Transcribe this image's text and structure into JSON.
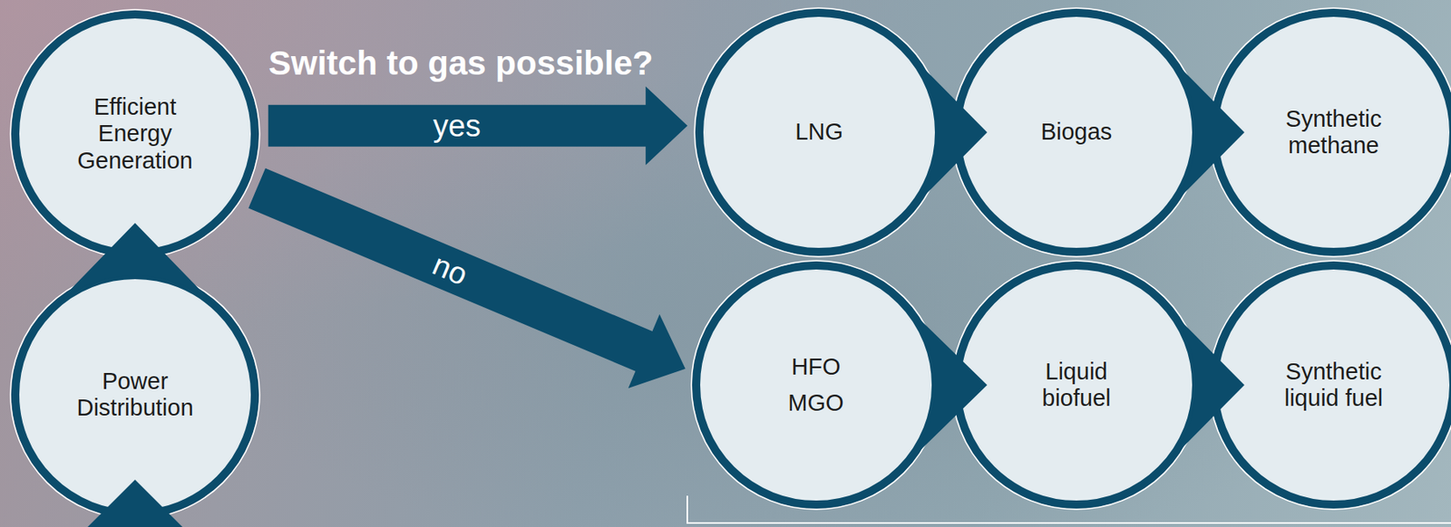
{
  "diagram": {
    "nodes": [
      {
        "text": [
          "Efficient Energy Generation"
        ]
      },
      {
        "text": [
          "Power Distribution"
        ]
      },
      {
        "text": [
          "LNG"
        ]
      },
      {
        "text": [
          "Biogas"
        ]
      },
      {
        "text": [
          "Synthetic methane"
        ]
      },
      {
        "text": [
          "HFO",
          "MGO"
        ]
      },
      {
        "text": [
          "Liquid biofuel"
        ]
      },
      {
        "text": [
          "Synthetic liquid fuel"
        ]
      }
    ],
    "edges": [
      {
        "from": 1,
        "to": 0,
        "arrow": "to"
      },
      {
        "from": 0,
        "to": 2,
        "label": "yes",
        "arrow": "to"
      },
      {
        "from": 0,
        "to": 5,
        "label": "no",
        "arrow": "to"
      },
      {
        "from": 2,
        "to": 3,
        "arrow": "to"
      },
      {
        "from": 3,
        "to": 4,
        "arrow": "to"
      },
      {
        "from": 5,
        "to": 6,
        "arrow": "to"
      },
      {
        "from": 6,
        "to": 7,
        "arrow": "to"
      }
    ],
    "labels": [
      "Switch to gas possible?"
    ]
  }
}
